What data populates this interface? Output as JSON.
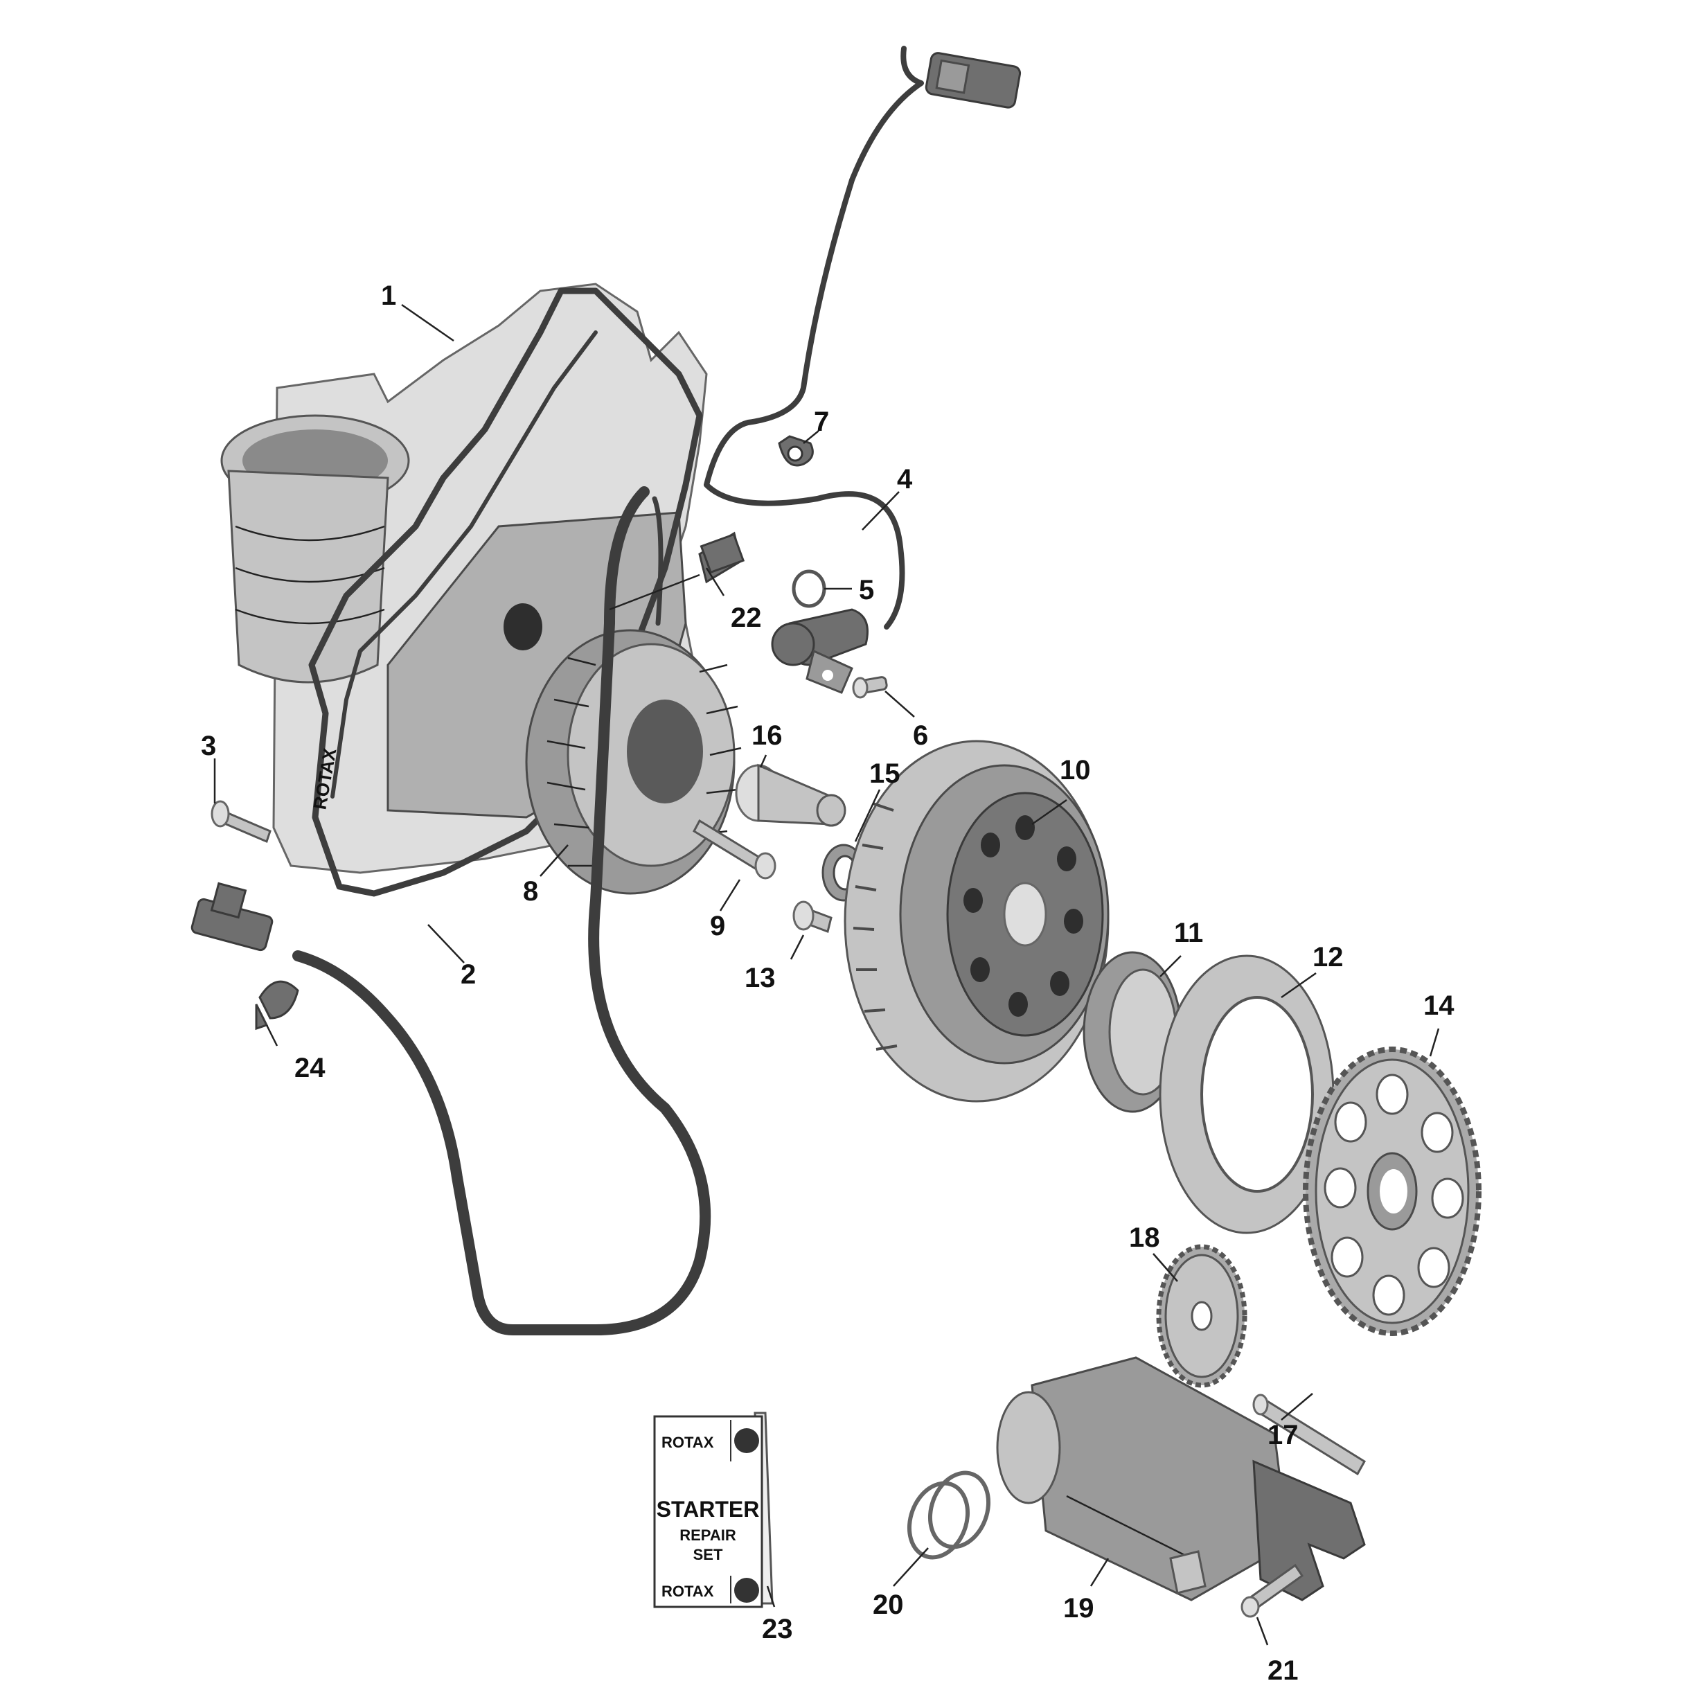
{
  "callouts": [
    {
      "id": "1",
      "label": "1"
    },
    {
      "id": "2",
      "label": "2"
    },
    {
      "id": "3",
      "label": "3"
    },
    {
      "id": "4",
      "label": "4"
    },
    {
      "id": "5",
      "label": "5"
    },
    {
      "id": "6",
      "label": "6"
    },
    {
      "id": "7",
      "label": "7"
    },
    {
      "id": "8",
      "label": "8"
    },
    {
      "id": "9",
      "label": "9"
    },
    {
      "id": "10",
      "label": "10"
    },
    {
      "id": "11",
      "label": "11"
    },
    {
      "id": "12",
      "label": "12"
    },
    {
      "id": "13",
      "label": "13"
    },
    {
      "id": "14",
      "label": "14"
    },
    {
      "id": "15",
      "label": "15"
    },
    {
      "id": "16",
      "label": "16"
    },
    {
      "id": "17",
      "label": "17"
    },
    {
      "id": "18",
      "label": "18"
    },
    {
      "id": "19",
      "label": "19"
    },
    {
      "id": "20",
      "label": "20"
    },
    {
      "id": "21",
      "label": "21"
    },
    {
      "id": "22",
      "label": "22"
    },
    {
      "id": "23",
      "label": "23"
    },
    {
      "id": "24",
      "label": "24"
    }
  ],
  "repair_card": {
    "brand_top": "ROTAX",
    "line1": "STARTER",
    "line2": "REPAIR",
    "line3": "SET",
    "brand_bottom": "ROTAX",
    "casting_mark": "ROTAX"
  },
  "colors": {
    "part_dark": "#6f6f6f",
    "part_mid": "#9a9a9a",
    "part_light": "#c4c4c4",
    "outline": "#3a3a3a",
    "label": "#111111"
  }
}
